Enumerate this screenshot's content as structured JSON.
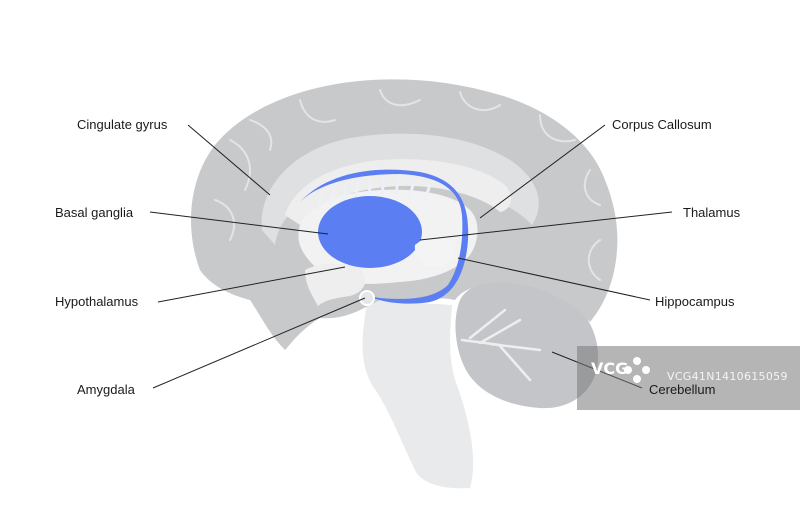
{
  "labels": {
    "cingulate_gyrus": "Cingulate gyrus",
    "basal_ganglia": "Basal ganglia",
    "hypothalamus": "Hypothalamus",
    "amygdala": "Amygdala",
    "corpus_callosum": "Corpus Callosum",
    "thalamus": "Thalamus",
    "hippocampus": "Hippocampus",
    "cerebellum": "Cerebellum"
  },
  "watermark": {
    "brand": "VCG",
    "id": "VCG41N1410615059"
  },
  "colors": {
    "cortex": "#c8c9cb",
    "cortex_inner": "#dddee0",
    "highlight": "#5b7ff2",
    "brainstem": "#e9eaec",
    "leader": "#222222"
  }
}
